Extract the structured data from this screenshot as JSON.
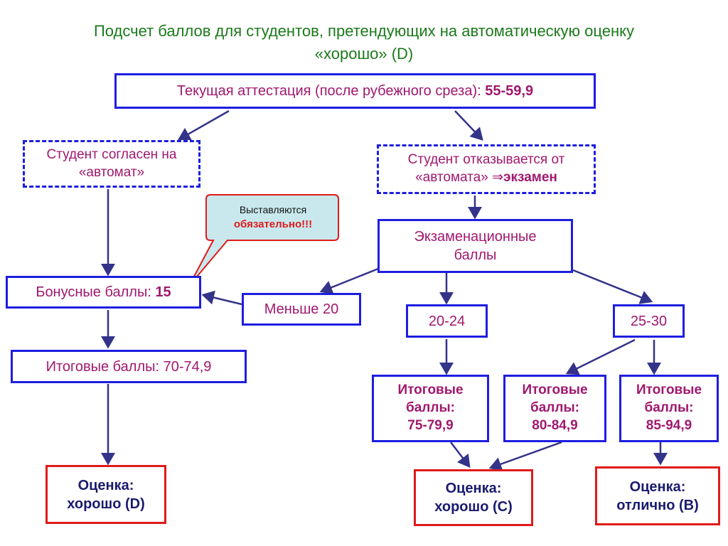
{
  "title": {
    "line1": "Подсчет баллов для студентов, претендующих на автоматическую оценку",
    "line2": "«хорошо» (D)"
  },
  "current": {
    "text": "Текущая аттестация (после рубежного среза): ",
    "value": "55-59,9"
  },
  "agree": {
    "line1": "Студент согласен на",
    "line2": "«автомат»"
  },
  "refuse": {
    "line1": "Студент отказывается от",
    "line2_prefix": "«автомата» ",
    "arrow": "⇒",
    "exam": "экзамен"
  },
  "callout": {
    "line1": "Выставляются",
    "line2": "обязательно!!!"
  },
  "exam_points": {
    "line1": "Экзаменационные",
    "line2": "баллы"
  },
  "bonus": {
    "text": "Бонусные баллы: ",
    "value": "15"
  },
  "less20": "Меньше 20",
  "range_20_24": "20-24",
  "range_25_30": "25-30",
  "total_left": "Итоговые баллы: 70-74,9",
  "totals": [
    {
      "line1": "Итоговые",
      "line2": "баллы:",
      "line3": "75-79,9"
    },
    {
      "line1": "Итоговые",
      "line2": "баллы:",
      "line3": "80-84,9"
    },
    {
      "line1": "Итоговые",
      "line2": "баллы:",
      "line3": "85-94,9"
    }
  ],
  "grades": [
    {
      "line1": "Оценка:",
      "line2": "хорошо (D)"
    },
    {
      "line1": "Оценка:",
      "line2": "хорошо (C)"
    },
    {
      "line1": "Оценка:",
      "line2": "отлично (B)"
    }
  ],
  "colors": {
    "box_border": "#1e1ee0",
    "grade_border": "#e01a1a",
    "arrow": "#33338a",
    "title": "#1a7a1a",
    "text": "#a0186e",
    "callout_fill": "#c8e8ee"
  }
}
